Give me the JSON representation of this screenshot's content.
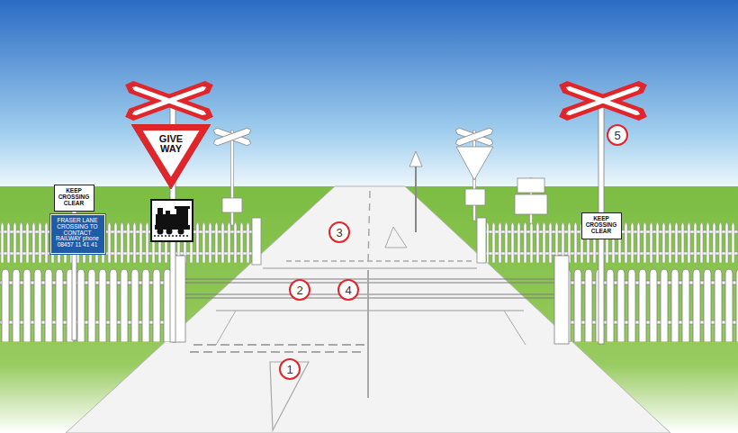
{
  "diagram": {
    "nodes": [
      {
        "text": [
          "GIVE WAY"
        ]
      },
      {
        "text": [
          "5"
        ]
      },
      {
        "text": [
          "KEEP CROSSING CLEAR"
        ]
      },
      {
        "text": [
          "FRASER LANE CROSSING TO CONTACT RAILWAY phone 08457 11 41 41"
        ]
      },
      {
        "text": [
          "3"
        ]
      },
      {
        "text": [
          "KEEP CROSSING CLEAR"
        ]
      },
      {
        "text": [
          "2"
        ]
      },
      {
        "text": [
          "4"
        ]
      },
      {
        "text": [
          "1"
        ]
      }
    ]
  }
}
